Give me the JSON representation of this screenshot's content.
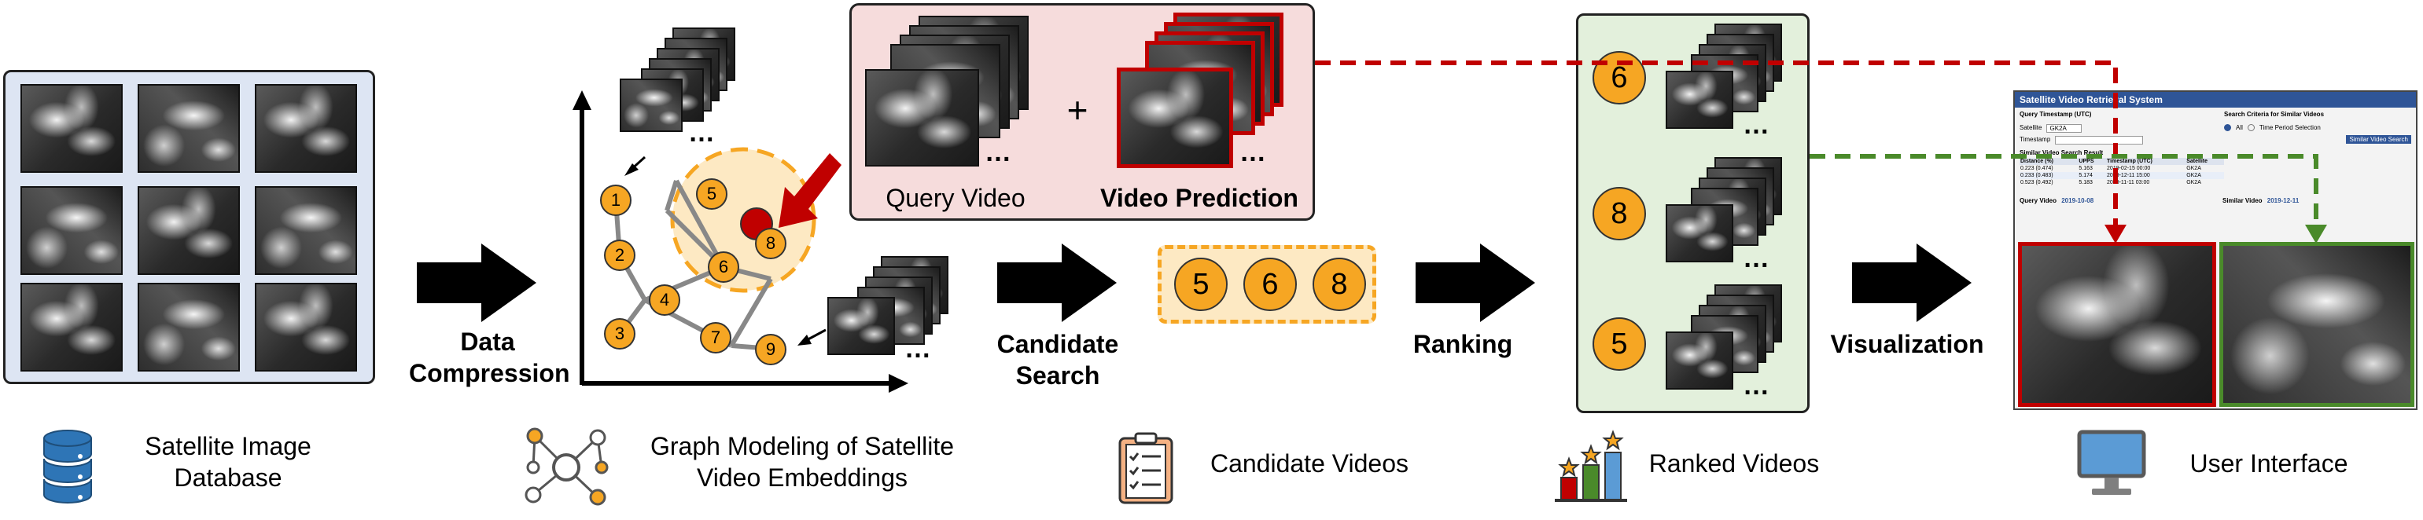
{
  "labels": {
    "satellite_db": "Satellite Image Database",
    "data_compression": "Data Compression",
    "graph_modeling": "Graph Modeling of Satellite Video Embeddings",
    "query_video": "Query Video",
    "video_prediction": "Video Prediction",
    "candidate_search": "Candidate Search",
    "candidate_videos": "Candidate Videos",
    "ranking": "Ranking",
    "ranked_videos": "Ranked Videos",
    "visualization": "Visualization",
    "user_interface": "User Interface",
    "plus": "+",
    "ellipsis": "…"
  },
  "graph_nodes": [
    "1",
    "2",
    "3",
    "4",
    "5",
    "6",
    "7",
    "8",
    "9"
  ],
  "candidates": [
    "5",
    "6",
    "8"
  ],
  "ranked": [
    "6",
    "8",
    "5"
  ],
  "ui": {
    "title": "Satellite Video Retrieval System",
    "query_timestamp_heading": "Query Timestamp (UTC)",
    "search_criteria_heading": "Search Criteria for Similar Videos",
    "satellite_label": "Satellite",
    "timestamp_label": "Timestamp",
    "satellite_value": "GK2A",
    "all_label": "All",
    "time_period_label": "Time Period Selection",
    "search_button": "Similar Video Search",
    "result_heading": "Similar Video Search Result",
    "table_headers": [
      "Distance (%)",
      "UPPS",
      "Timestamp (UTC)",
      "Satellite"
    ],
    "table_rows": [
      [
        "0.223 (0.474)",
        "5.163",
        "2019-02-15 00:00",
        "GK2A"
      ],
      [
        "0.233 (0.483)",
        "5.174",
        "2019-12-11 15:00",
        "GK2A"
      ],
      [
        "0.523 (0.492)",
        "5.183",
        "2019-11-11 03:00",
        "GK2A"
      ]
    ],
    "query_video_tab": "Query Video",
    "query_video_date": "2019-10-08",
    "similar_video_tab": "Similar Video",
    "similar_video_date": "2019-12-11"
  },
  "colors": {
    "node_fill": "#f6a623",
    "db_panel": "#dde5f3",
    "pred_panel": "#f6dcdc",
    "rank_panel": "#e3f0dc",
    "cand_panel": "#fde9c3",
    "red": "#c00000",
    "green": "#4a8a2a",
    "ui_header": "#2f5597"
  }
}
